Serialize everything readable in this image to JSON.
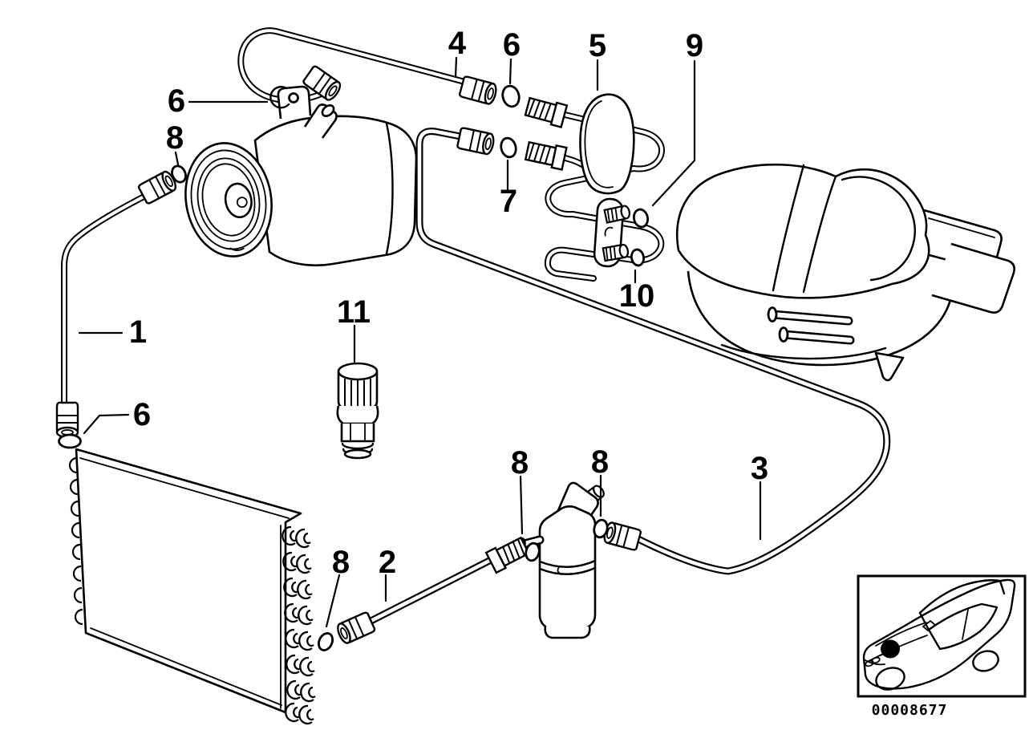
{
  "colors": {
    "background": "#ffffff",
    "line": "#000000"
  },
  "callouts": [
    {
      "label": "1"
    },
    {
      "label": "2"
    },
    {
      "label": "3"
    },
    {
      "label": "4"
    },
    {
      "label": "5"
    },
    {
      "label": "6"
    },
    {
      "label": "6"
    },
    {
      "label": "6"
    },
    {
      "label": "7"
    },
    {
      "label": "8"
    },
    {
      "label": "8"
    },
    {
      "label": "8"
    },
    {
      "label": "8"
    },
    {
      "label": "9"
    },
    {
      "label": "10"
    },
    {
      "label": "11"
    }
  ],
  "inset": {
    "part_number": "00008677"
  },
  "components": [
    "compressor",
    "condenser",
    "evaporator-housing",
    "receiver-drier",
    "double-pipe-coil",
    "pressure-hose",
    "suction-pipe",
    "liquid-pipe",
    "o-ring",
    "snap-ring",
    "service-valve",
    "car-location-inset"
  ]
}
